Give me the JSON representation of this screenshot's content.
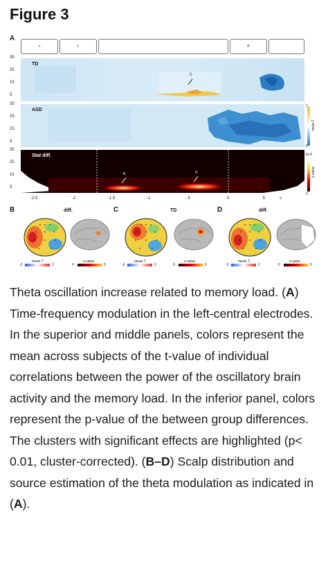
{
  "figure_title": "Figure 3",
  "panel_a": {
    "letter": "A",
    "timeline_labels": [
      "+",
      "L",
      "",
      "P",
      ""
    ],
    "y_ticks": [
      "35",
      "25",
      "15",
      "5"
    ],
    "x_ticks": [
      "-2.5",
      "-2",
      "-1.5",
      "-1",
      "-.5",
      "0",
      ".5",
      "s"
    ],
    "rows": [
      {
        "label": "TD",
        "arrow_label": "C"
      },
      {
        "label": "ASD"
      },
      {
        "label": "Stat diff.",
        "arrow_labels": [
          "B",
          "D"
        ]
      }
    ],
    "colorbar_meanT": {
      "top": "2",
      "bottom": "-2",
      "label": "mean T"
    },
    "colorbar_p": {
      "top": "1e-6",
      "bottom": "0",
      "label": "p value"
    }
  },
  "panels_bcd": [
    {
      "letter": "B",
      "title": "diff.",
      "mean_label": "mean T",
      "mean_min": "-2",
      "mean_max": "2",
      "z_label": "z-value",
      "z_min": "0",
      "z_max": "5"
    },
    {
      "letter": "C",
      "title": "TD",
      "mean_label": "mean T",
      "mean_min": "-2",
      "mean_max": "2",
      "z_label": "z-value",
      "z_min": "0",
      "z_max": "6"
    },
    {
      "letter": "D",
      "title": "diff.",
      "mean_label": "mean T",
      "mean_min": "-2",
      "mean_max": "2",
      "z_label": "z-value",
      "z_min": "0",
      "z_max": "5"
    }
  ],
  "caption": {
    "s1": "Theta oscillation increase related to memory load. (",
    "a1": "A",
    "s2": ") Time-frequency modulation in the left-central electrodes. In the superior and middle panels, colors represent the mean across subjects of the t-value of individual correlations between the power of the oscillatory brain activity and the memory load. In the inferior panel, colors represent the p-value of the between group differences. The clusters with significant effects are highlighted (p< 0.01, cluster-corrected). (",
    "bd": "B–D",
    "s3": ") Scalp distribution and source estimation of the theta modulation as indicated in (",
    "a2": "A",
    "s4": ")."
  }
}
